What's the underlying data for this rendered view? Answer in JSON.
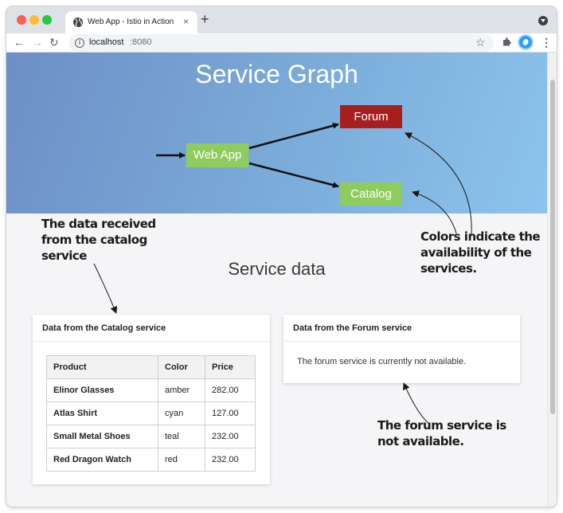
{
  "browser": {
    "tab_title": "Web App - Istio in Action",
    "tab_close": "×",
    "new_tab": "+",
    "url_host": "localhost",
    "url_port": ":8080",
    "back": "←",
    "forward": "→",
    "reload": "↻",
    "bookmark": "☆",
    "menu": "⋮"
  },
  "graph": {
    "title": "Service Graph",
    "nodes": {
      "webapp": "Web App",
      "forum": "Forum",
      "catalog": "Catalog"
    },
    "colors": {
      "available": "#8fcc5e",
      "unavailable": "#a71e1e"
    }
  },
  "main": {
    "section_title": "Service data",
    "catalog_card": {
      "title": "Data from the Catalog service",
      "columns": [
        "Product",
        "Color",
        "Price"
      ],
      "rows": [
        [
          "Elinor Glasses",
          "amber",
          "282.00"
        ],
        [
          "Atlas Shirt",
          "cyan",
          "127.00"
        ],
        [
          "Small Metal Shoes",
          "teal",
          "232.00"
        ],
        [
          "Red Dragon Watch",
          "red",
          "232.00"
        ]
      ]
    },
    "forum_card": {
      "title": "Data from the Forum service",
      "message": "The forum service is currently not available."
    }
  },
  "annotations": {
    "catalog_data": [
      "The data received",
      "from the catalog",
      "service"
    ],
    "colors": [
      "Colors indicate the",
      "availability of the",
      "services."
    ],
    "forum_unavailable": [
      "The forum service is",
      "not available."
    ]
  }
}
